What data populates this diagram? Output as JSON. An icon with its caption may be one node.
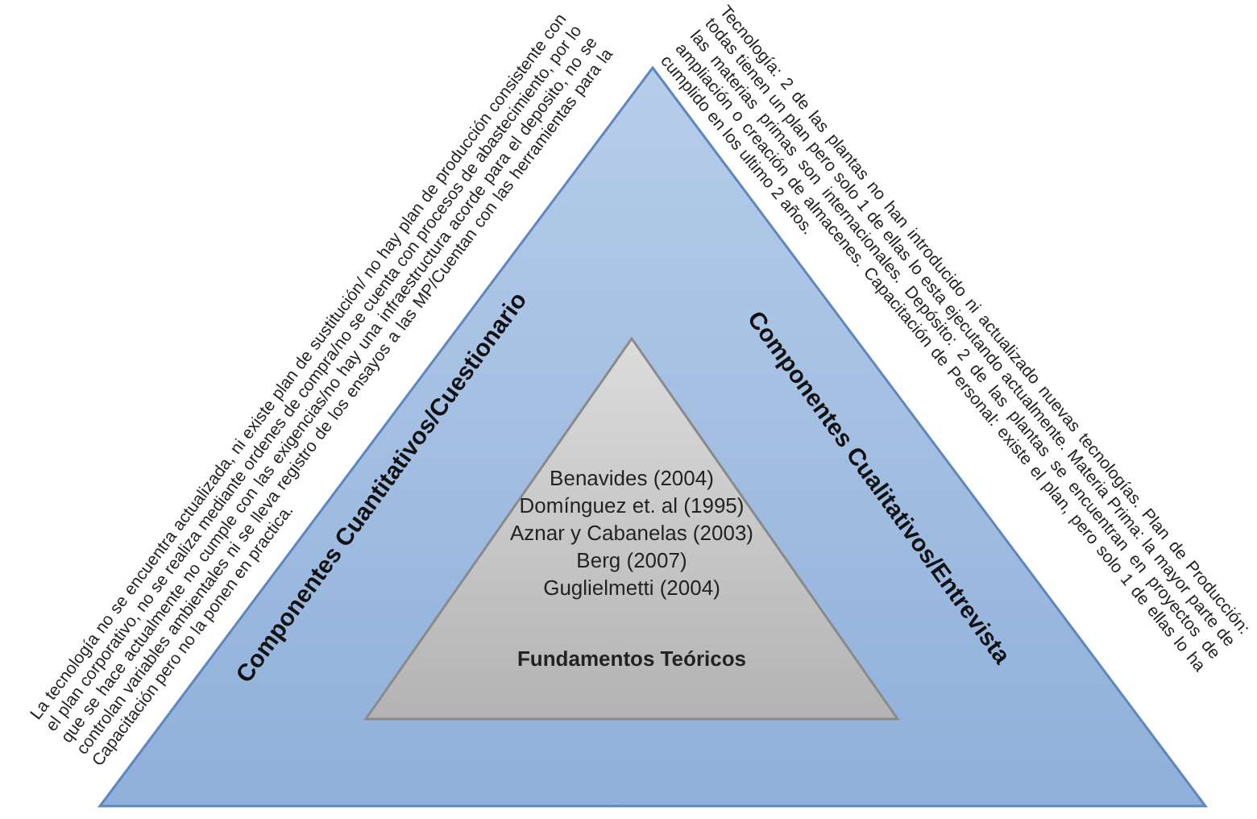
{
  "diagram": {
    "nodes": [
      {
        "text": [
          "Componentes Cuantitativos/Cuestionario",
          "Componentes Cualitativos/Entrevista"
        ]
      },
      {
        "text": [
          "Benavides (2004)",
          "Domínguez et. al (1995)",
          "Aznar y Cabanelas (2003)",
          "Berg (2007)",
          "Guglielmetti (2004)",
          "Fundamentos Teóricos"
        ],
        "in": 0
      }
    ],
    "labels": [
      "La tecnología no se encuentra actualizada, ni existe plan de sustitución/ no hay plan de producción consistente con el plan corporativo, no se realiza mediante ordenes de compra/no se cuenta con procesos de abastecimiento, por lo que se hace actualmente no cumple con las exigencias/no hay una infraestructura acorde para el deposito, no se controlan variables ambientales ni se lleva registro de los ensayos a las MP/Cuentan con las herramientas para la Capacitación pero no la ponen en practica.",
      "Tecnología: 2 de las plantas no han introducido ni actualizado nuevas tecnologías. Plan de Producción: todas tienen un plan pero solo 1 de ellas lo esta ejecutando actualmente. Materia Prima: la mayor parte de las materias primas son internacionales. Depósito: 2 de las plantas se encuentran en proyectos de ampliación o creación de almacenes. Capacitación de Personal: existe el plan, pero solo 1 de ellas lo ha cumplido en los ultimo 2 años."
    ]
  }
}
